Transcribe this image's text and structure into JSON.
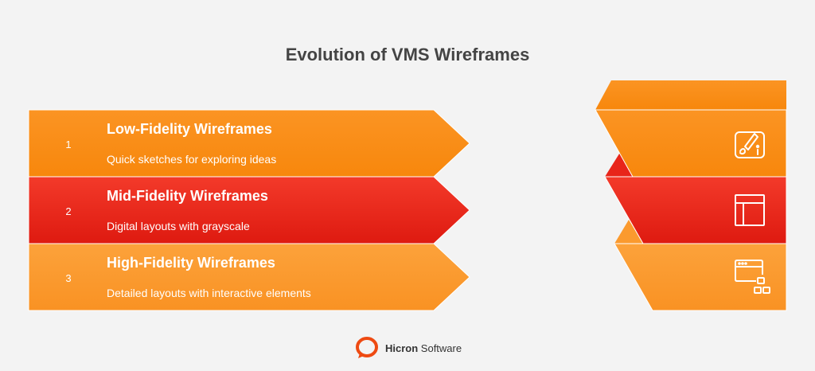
{
  "title": "Evolution of VMS Wireframes",
  "colors": {
    "orange": "#fa8c14",
    "red": "#e8251a",
    "light_orange": "#fb9a2e",
    "brand": "#ee4a12"
  },
  "stages": [
    {
      "number": "1",
      "title": "Low-Fidelity Wireframes",
      "description": "Quick sketches for exploring ideas",
      "icon": "sketch-pen-icon"
    },
    {
      "number": "2",
      "title": "Mid-Fidelity Wireframes",
      "description": "Digital layouts with grayscale",
      "icon": "layout-grid-icon"
    },
    {
      "number": "3",
      "title": "High-Fidelity Wireframes",
      "description": "Detailed layouts with interactive elements",
      "icon": "browser-components-icon"
    }
  ],
  "brand": {
    "name_bold": "Hicron",
    "name_regular": "Software"
  }
}
